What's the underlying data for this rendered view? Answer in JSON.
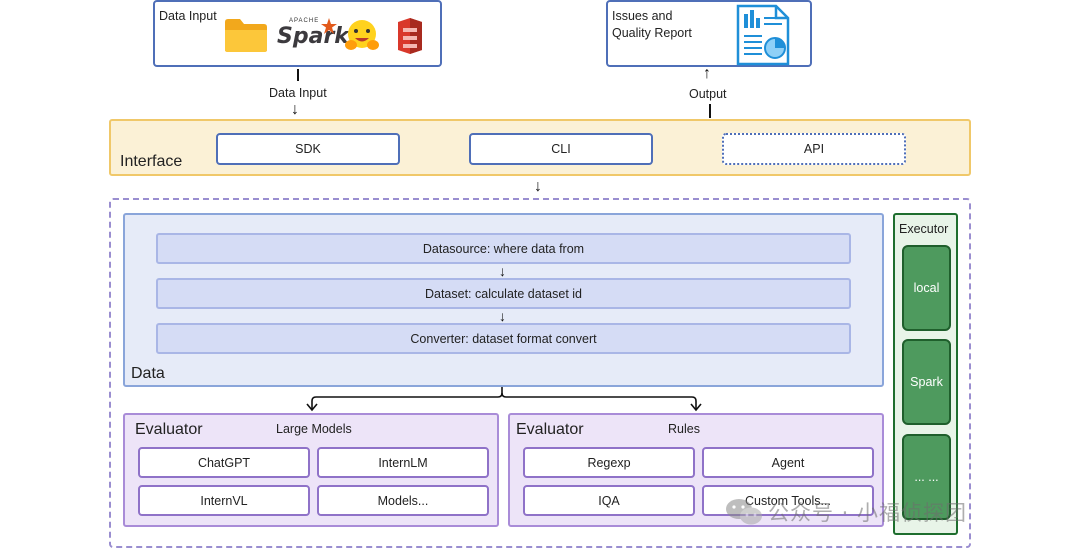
{
  "data_input_box": {
    "label": "Data Input",
    "logos": [
      "folder-icon",
      "spark-logo",
      "huggingface-logo",
      "s3-icon"
    ],
    "spark_text": "Spark",
    "spark_super": "APACHE"
  },
  "report_box": {
    "label_line1": "Issues and",
    "label_line2": "Quality Report"
  },
  "edges": {
    "input_label": "Data Input",
    "output_label": "Output"
  },
  "interface": {
    "title": "Interface",
    "sdk": "SDK",
    "cli": "CLI",
    "api": "API"
  },
  "data": {
    "title": "Data",
    "rows": [
      "Datasource: where data from",
      "Dataset: calculate dataset id",
      "Converter: dataset format convert"
    ]
  },
  "executor": {
    "title": "Executor",
    "items": [
      "local",
      "Spark",
      "... ..."
    ]
  },
  "evaluator_models": {
    "title": "Evaluator",
    "subtitle": "Large Models",
    "buttons": [
      "ChatGPT",
      "InternLM",
      "InternVL",
      "Models..."
    ]
  },
  "evaluator_rules": {
    "title": "Evaluator",
    "subtitle": "Rules",
    "buttons": [
      "Regexp",
      "Agent",
      "IQA",
      "Custom Tools..."
    ]
  },
  "watermark": "公众号 · 小福侦探团",
  "colors": {
    "blue": "#4f6fb8",
    "interface_bg": "#fbf1d6",
    "data_bg": "#e6ebf8",
    "executor_green": "#4e9a5e",
    "evaluator_bg": "#ede4f8"
  }
}
